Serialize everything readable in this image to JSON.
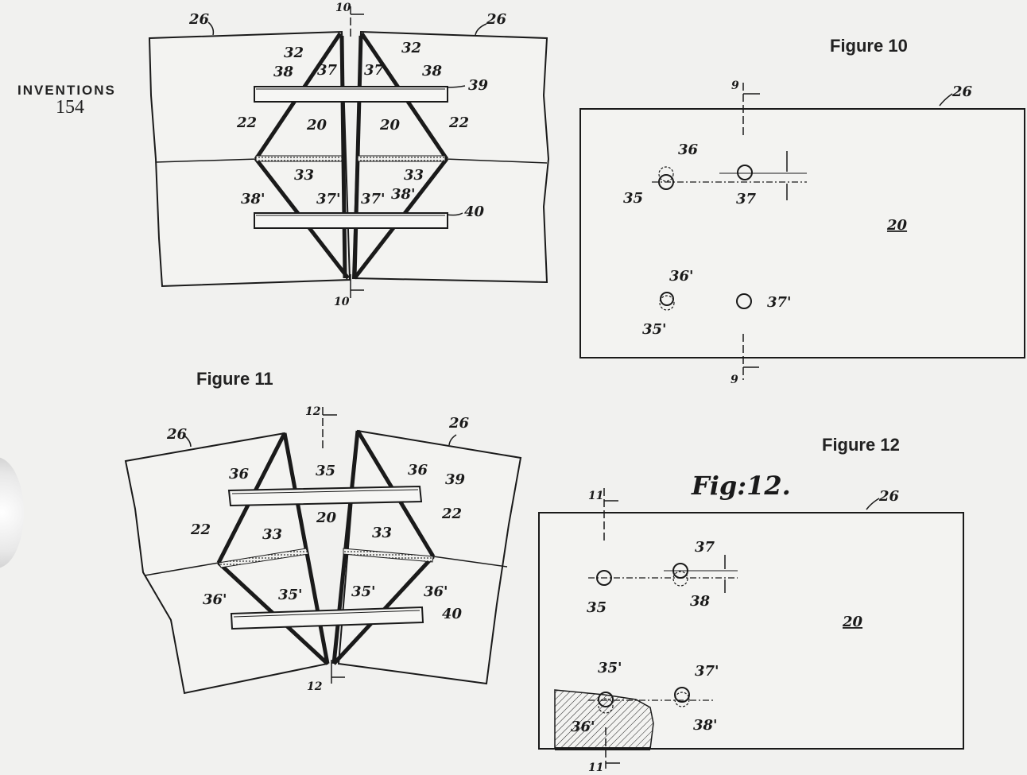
{
  "header": {
    "label": "INVENTIONS",
    "page_number": "154"
  },
  "figures": {
    "fig10_title": "Figure 10",
    "fig11_title": "Figure 11",
    "fig12_title": "Figure 12",
    "fig12_script": "Fig:12."
  },
  "top_left": {
    "ref_26_left": "26",
    "ref_26_right": "26",
    "section_top": "10",
    "section_bottom": "10",
    "ref_32_left": "32",
    "ref_32_right": "32",
    "ref_38_left": "38",
    "ref_37_left": "37",
    "ref_37_right": "37",
    "ref_38_right": "38",
    "ref_39": "39",
    "ref_22_left": "22",
    "ref_20_left": "20",
    "ref_20_right": "20",
    "ref_22_right": "22",
    "ref_33_left": "33",
    "ref_33_right": "33",
    "ref_38p_left": "38'",
    "ref_37p_left": "37'",
    "ref_37p_right": "37'",
    "ref_38p_right": "38'",
    "ref_40": "40"
  },
  "top_right": {
    "section_top": "9",
    "section_bottom": "9",
    "ref_26": "26",
    "ref_36": "36",
    "ref_35": "35",
    "ref_37": "37",
    "ref_20": "20",
    "ref_36p": "36'",
    "ref_35p": "35'",
    "ref_37p": "37'"
  },
  "bottom_left": {
    "section_top": "12",
    "section_bottom": "12",
    "ref_26_left": "26",
    "ref_26_right": "26",
    "ref_36_left": "36",
    "ref_35": "35",
    "ref_36_right": "36",
    "ref_39": "39",
    "ref_22_left": "22",
    "ref_20": "20",
    "ref_22_right": "22",
    "ref_33_left": "33",
    "ref_33_right": "33",
    "ref_36p_left": "36'",
    "ref_35p_left": "35'",
    "ref_35p_right": "35'",
    "ref_36p_right": "36'",
    "ref_40": "40"
  },
  "bottom_right": {
    "section_top": "11",
    "section_bottom": "11",
    "ref_26": "26",
    "ref_37": "37",
    "ref_35": "35",
    "ref_38": "38",
    "ref_20": "20",
    "ref_35p": "35'",
    "ref_37p": "37'",
    "ref_36p": "36'",
    "ref_38p": "38'"
  }
}
